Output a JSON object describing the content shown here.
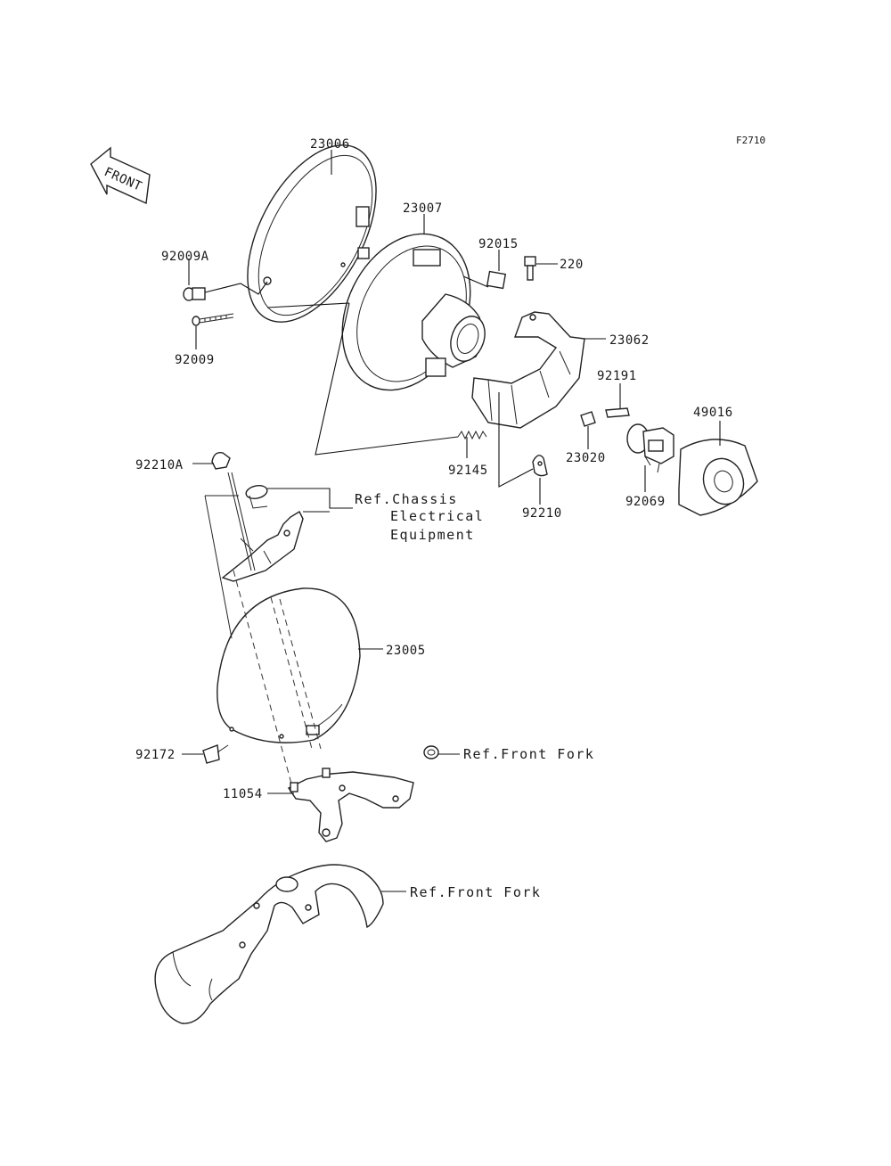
{
  "figure_code": "F2710",
  "front_arrow_text": "FRONT",
  "callouts": {
    "p23006": "23006",
    "p23007": "23007",
    "p92015": "92015",
    "p220": "220",
    "p92009A": "92009A",
    "p92009": "92009",
    "p23062": "23062",
    "p92191": "92191",
    "p49016": "49016",
    "p92210A": "92210A",
    "p92145": "92145",
    "p23020": "23020",
    "p92210": "92210",
    "p92069": "92069",
    "p23005": "23005",
    "p92172": "92172",
    "p11054": "11054"
  },
  "references": {
    "chassis_line1": "Ref.Chassis",
    "chassis_line2": "Electrical",
    "chassis_line3": "Equipment",
    "front_fork_upper": "Ref.Front Fork",
    "front_fork_lower": "Ref.Front Fork"
  }
}
